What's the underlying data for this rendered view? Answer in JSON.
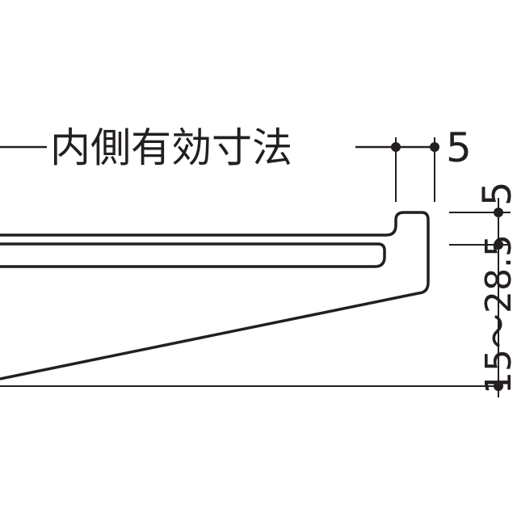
{
  "diagram": {
    "title_label": "内側有効寸法",
    "dim_top_width": "5",
    "dim_right_upper": "5",
    "dim_right_range": "15～28.5",
    "colors": {
      "line": "#231f20",
      "background": "#ffffff"
    }
  }
}
